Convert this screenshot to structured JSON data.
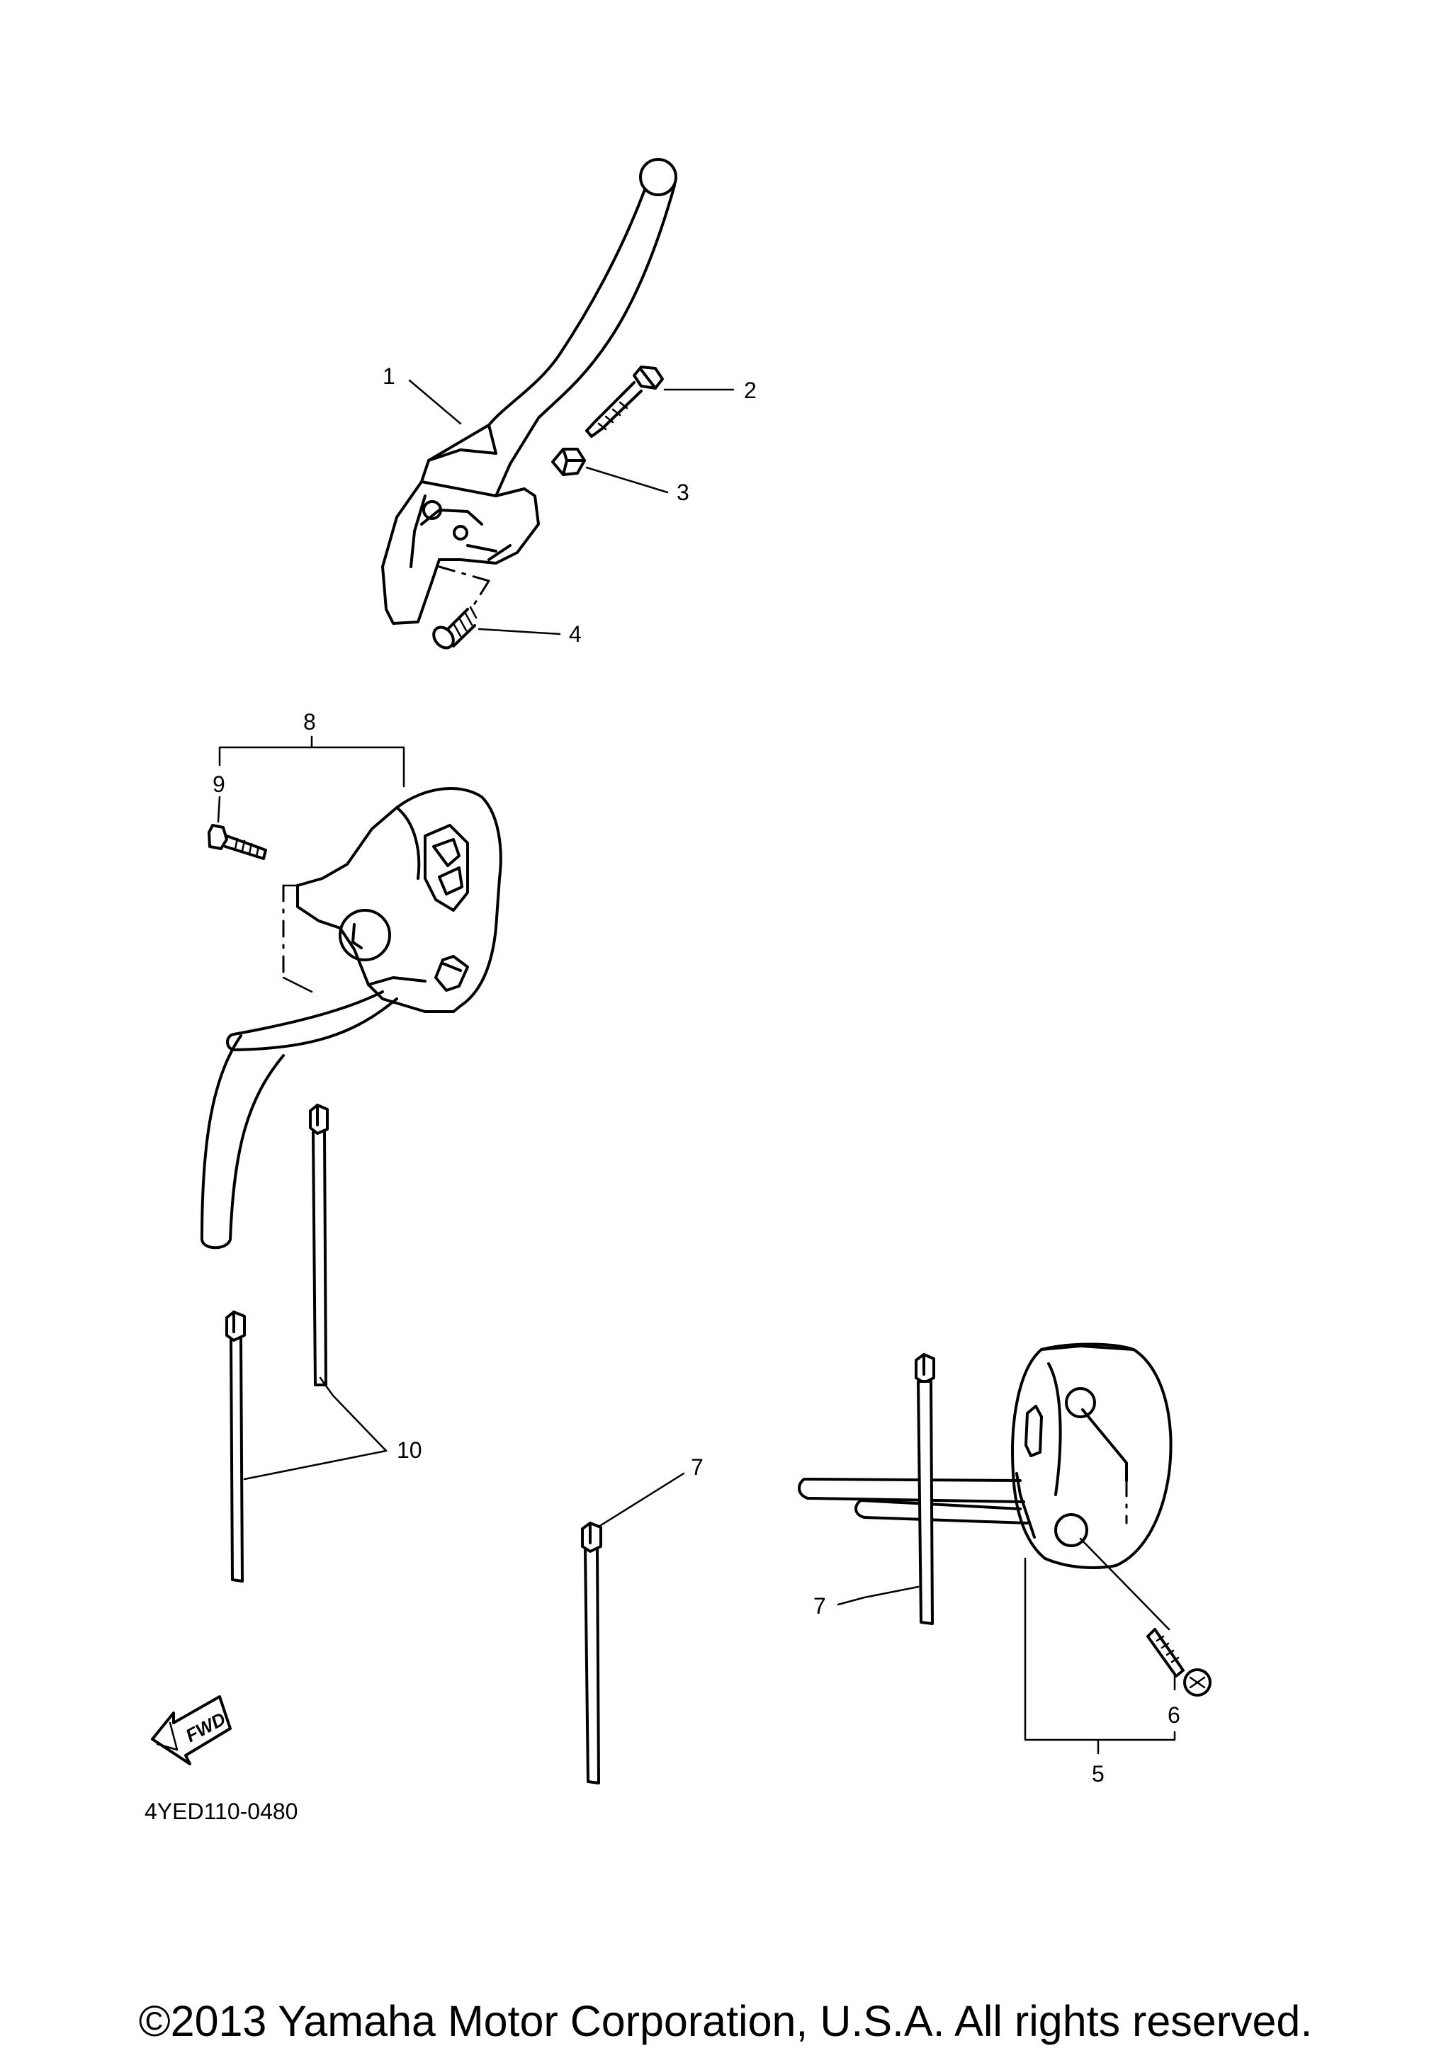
{
  "diagram": {
    "callouts": {
      "c1": "1",
      "c2": "2",
      "c3": "3",
      "c4": "4",
      "c5": "5",
      "c6": "6",
      "c7a": "7",
      "c7b": "7",
      "c8": "8",
      "c9": "9",
      "c10": "10"
    },
    "fwd_label": "FWD",
    "drawing_code": "4YED110-0480"
  },
  "footer": {
    "copyright": "©2013 Yamaha Motor Corporation, U.S.A. All rights reserved."
  }
}
